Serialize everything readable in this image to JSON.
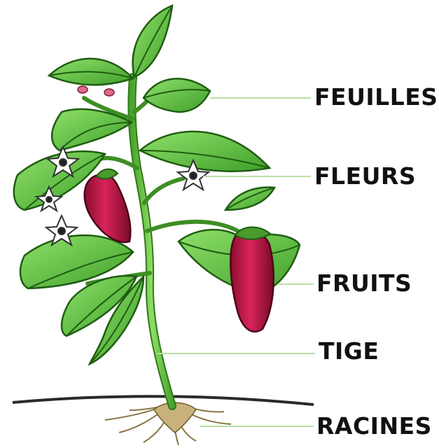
{
  "labels": {
    "leaves": "FEUILLES",
    "flowers": "FLEURS",
    "fruits": "FRUITS",
    "stem": "TIGE",
    "roots": "RACINES"
  },
  "colors": {
    "leaf": "#5cc23a",
    "leaf_dark": "#2f8a1e",
    "stem": "#6cc24a",
    "fruit": "#b3123f",
    "leader_line": "#b9dfa6",
    "ground": "#2a2a2a",
    "root": "#c9b27a"
  }
}
